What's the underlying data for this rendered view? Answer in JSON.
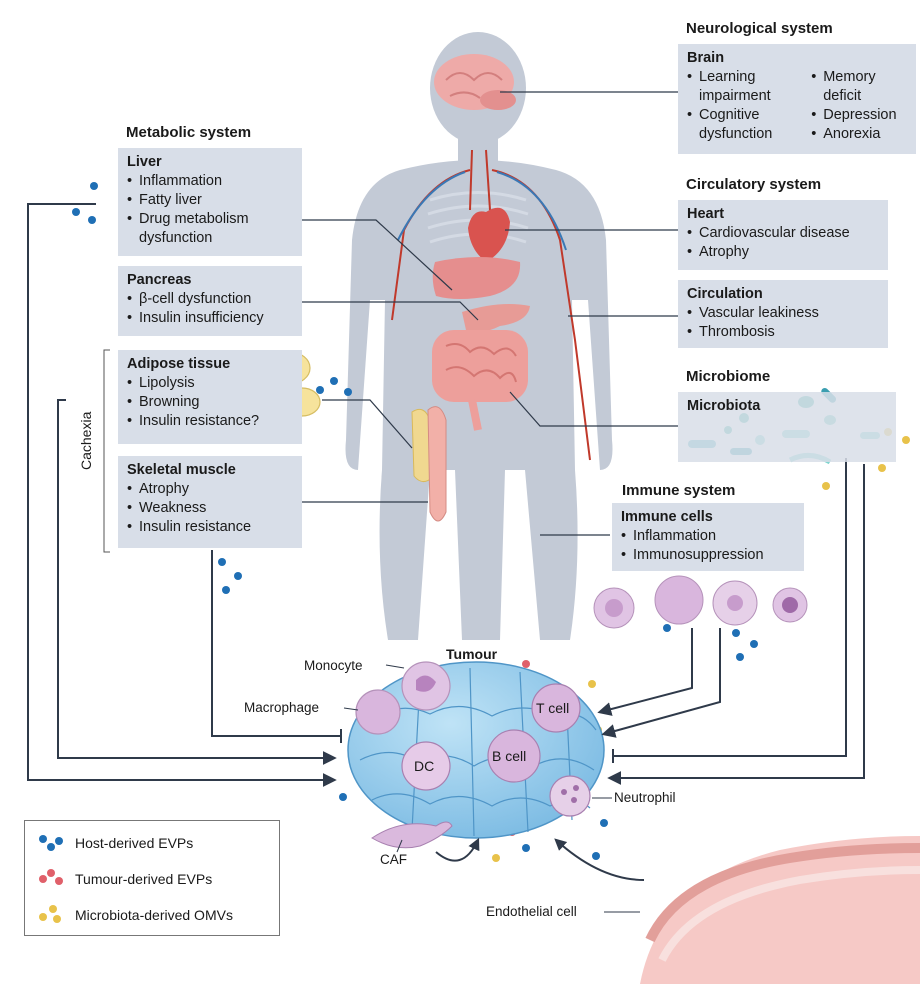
{
  "systems": {
    "neurological": {
      "header": "Neurological system",
      "title": "Brain",
      "items_left": [
        "Learning impairment",
        "Cognitive dysfunction"
      ],
      "items_right": [
        "Memory deficit",
        "Depression",
        "Anorexia"
      ]
    },
    "metabolic": {
      "header": "Metabolic system",
      "liver": {
        "title": "Liver",
        "items": [
          "Inflammation",
          "Fatty liver",
          "Drug metabolism dysfunction"
        ]
      },
      "pancreas": {
        "title": "Pancreas",
        "items": [
          "β-cell dysfunction",
          "Insulin insufficiency"
        ]
      },
      "adipose": {
        "title": "Adipose tissue",
        "items": [
          "Lipolysis",
          "Browning",
          "Insulin resistance?"
        ]
      },
      "muscle": {
        "title": "Skeletal muscle",
        "items": [
          "Atrophy",
          "Weakness",
          "Insulin resistance"
        ]
      },
      "cachexia_label": "Cachexia"
    },
    "circulatory": {
      "header": "Circulatory system",
      "heart": {
        "title": "Heart",
        "items": [
          "Cardiovascular disease",
          "Atrophy"
        ]
      },
      "circulation": {
        "title": "Circulation",
        "items": [
          "Vascular leakiness",
          "Thrombosis"
        ]
      }
    },
    "microbiome": {
      "header": "Microbiome",
      "title": "Microbiota"
    },
    "immune": {
      "header": "Immune system",
      "title": "Immune cells",
      "items": [
        "Inflammation",
        "Immunosuppression"
      ]
    }
  },
  "tumour": {
    "title": "Tumour",
    "labels": {
      "monocyte": "Monocyte",
      "macrophage": "Macrophage",
      "t_cell": "T cell",
      "b_cell": "B cell",
      "dc": "DC",
      "neutrophil": "Neutrophil",
      "caf": "CAF",
      "endothelial": "Endothelial cell"
    }
  },
  "legend": {
    "items": [
      {
        "label": "Host-derived EVPs",
        "color": "#1f6fb5"
      },
      {
        "label": "Tumour-derived EVPs",
        "color": "#e0606a"
      },
      {
        "label": "Microbiota-derived OMVs",
        "color": "#e8c24a"
      }
    ]
  },
  "colors": {
    "box": "#d8dee8",
    "body": "#c3cad6",
    "host_evp": "#1f6fb5",
    "tumour_evp": "#e0606a",
    "omv": "#e8c24a",
    "tumour_cell": "#8fc9ea",
    "immune_cell": "#d9b6dd",
    "arrow": "#2f3a4a"
  }
}
